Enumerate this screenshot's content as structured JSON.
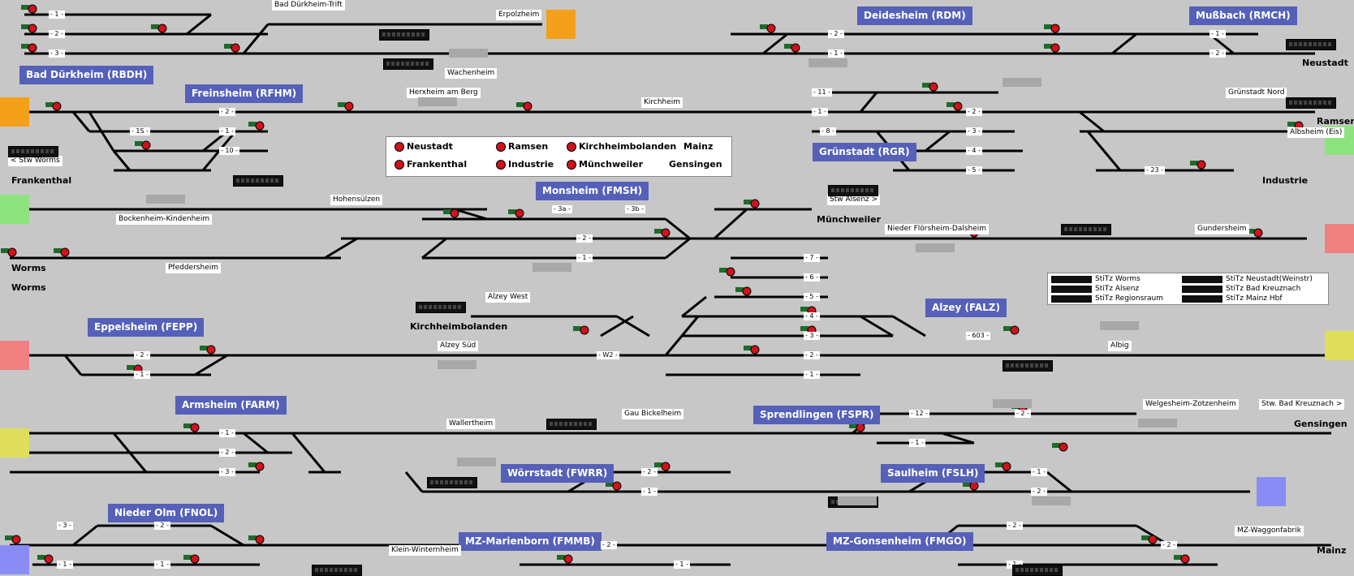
{
  "colors": {
    "background": "#c7c7c7",
    "station_label": "#5560b8",
    "edge_orange": "#f5a01a",
    "edge_green": "#8de37e",
    "edge_red": "#f08080",
    "edge_yellow": "#dede5a",
    "edge_blue": "#8a8cf5",
    "track": "#000000",
    "signal_red": "#d0121b",
    "signal_green": "#1e6b2a"
  },
  "stations": [
    "Bad Dürkheim (RBDH)",
    "Freinsheim (RFHM)",
    "Deidesheim (RDM)",
    "Mußbach (RMCH)",
    "Grünstadt (RGR)",
    "Monsheim (FMSH)",
    "Eppelsheim (FEPP)",
    "Alzey (FALZ)",
    "Armsheim (FARM)",
    "Sprendlingen (FSPR)",
    "Wörrstadt (FWRR)",
    "Saulheim (FSLH)",
    "Nieder Olm (FNOL)",
    "MZ-Marienborn (FMMB)",
    "MZ-Gonsenheim (FMGO)"
  ],
  "places": [
    "Bad Dürkheim-Trift",
    "Erpolzheim",
    "Wachenheim",
    "Herxheim am Berg",
    "Kirchheim",
    "Grünstadt Nord",
    "Albsheim (Eis)",
    "Hohensülzen",
    "Bockenheim-Kindenheim",
    "Pfeddersheim",
    "Stw Alsenz >",
    "Nieder Flörsheim-Dalsheim",
    "Gundersheim",
    "Alzey West",
    "Alzey Süd",
    "Albig",
    "Gau Bickelheim",
    "Wallertheim",
    "Welgesheim-Zotzenheim",
    "Stw. Bad Kreuznach >",
    "Klein-Winternheim",
    "MZ-Waggonfabrik",
    "< Stw Worms"
  ],
  "endpoints": [
    "Neustadt",
    "Ramsen",
    "Industrie",
    "Frankenthal",
    "Worms",
    "Worms",
    "Münchweiler",
    "Kirchheimbolanden",
    "Gensingen",
    "Mainz"
  ],
  "track_numbers": [
    "- 1 -",
    "- 2 -",
    "- 3 -",
    "- 2 -",
    "- 1 -",
    "- 1 -",
    "- 2 -",
    "- 2 -",
    "- 1S -",
    "- 1 -",
    "- 10 -",
    "- 11 -",
    "- 1 -",
    "- 8 -",
    "- 2 -",
    "- 3 -",
    "- 4 -",
    "- 5 -",
    "- 23 -",
    "- 3a -",
    "- 3b -",
    "- 2 -",
    "- 1 -",
    "- 7 -",
    "- 6 -",
    "- 5 -",
    "- 4 -",
    "- 3 -",
    "- 2 -",
    "- 1 -",
    "- 603 -",
    "- 2 -",
    "- 1 -",
    "- W2 -",
    "- 1 -",
    "- 2 -",
    "- 3 -",
    "- 12 -",
    "- 1 -",
    "- 2 -",
    "- 2 -",
    "- 1 -",
    "- 1 -",
    "- 2 -",
    "- 3 -",
    "- 1 -",
    "- 2 -",
    "- 1 -",
    "- 2 -",
    "- 1 -",
    "- 2 -",
    "- 1 -",
    "- 2 -"
  ],
  "legend": {
    "items": [
      "Neustadt",
      "Ramsen",
      "Kirchheimbolanden",
      "Mainz",
      "Frankenthal",
      "Industrie",
      "Münchweiler",
      "Gensingen"
    ]
  },
  "panel_legend": {
    "items": [
      "StiTz Worms",
      "StiTz Alsenz",
      "StiTz Regionsraum",
      "StiTz Neustadt(Weinstr)",
      "StiTz Bad Kreuznach",
      "StiTz Mainz Hbf"
    ]
  }
}
